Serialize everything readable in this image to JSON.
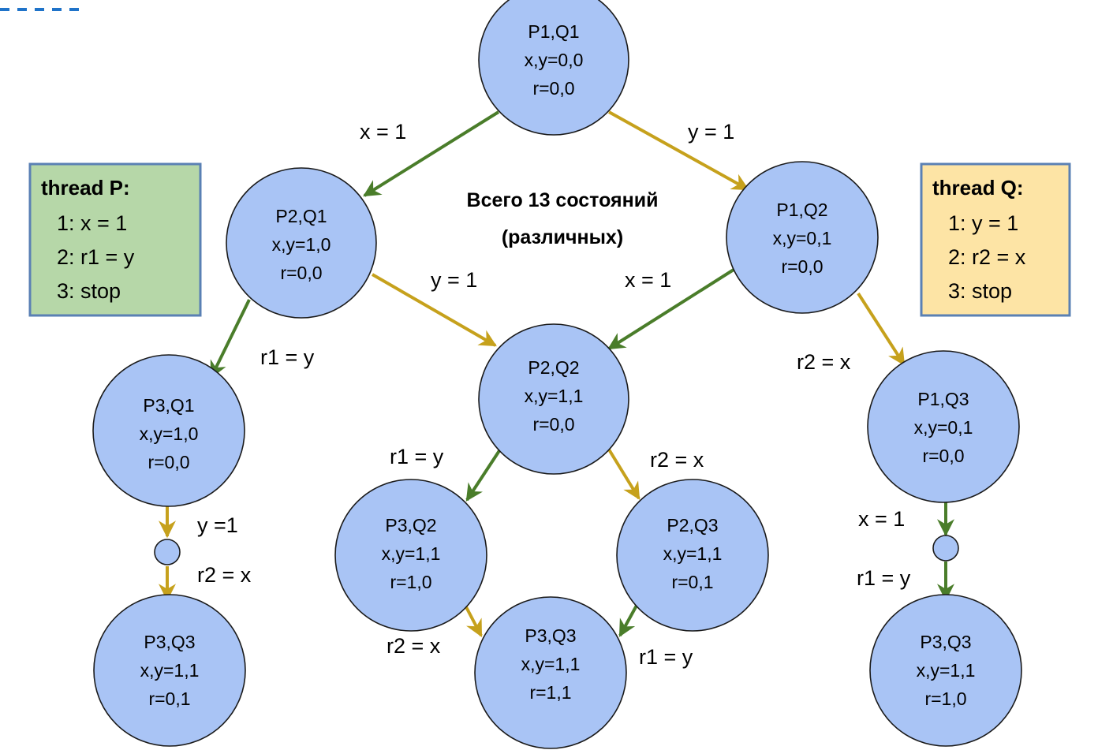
{
  "colors": {
    "node_fill": "#a9c4f5",
    "thread_p": "#4a7d2a",
    "thread_q": "#c6a11c",
    "box_p_fill": "#b6d7a8",
    "box_q_fill": "#fde4a5",
    "box_border": "#5a80b4",
    "corner_mark": "#1f73c9"
  },
  "title": {
    "line1": "Всего 13 состояний",
    "line2": "(различных)"
  },
  "thread_p": {
    "title": "thread P:",
    "lines": [
      "1: x = 1",
      "2: r1 = y",
      "3: stop"
    ]
  },
  "thread_q": {
    "title": "thread Q:",
    "lines": [
      "1: y = 1",
      "2: r2 = x",
      "3: stop"
    ]
  },
  "nodes": [
    {
      "id": "p1q1",
      "lines": [
        "P1,Q1",
        "x,y=0,0",
        "r=0,0"
      ]
    },
    {
      "id": "p2q1",
      "lines": [
        "P2,Q1",
        "x,y=1,0",
        "r=0,0"
      ]
    },
    {
      "id": "p1q2",
      "lines": [
        "P1,Q2",
        "x,y=0,1",
        "r=0,0"
      ]
    },
    {
      "id": "p2q2",
      "lines": [
        "P2,Q2",
        "x,y=1,1",
        "r=0,0"
      ]
    },
    {
      "id": "p3q1",
      "lines": [
        "P3,Q1",
        "x,y=1,0",
        "r=0,0"
      ]
    },
    {
      "id": "p1q3",
      "lines": [
        "P1,Q3",
        "x,y=0,1",
        "r=0,0"
      ]
    },
    {
      "id": "p3q2",
      "lines": [
        "P3,Q2",
        "x,y=1,1",
        "r=1,0"
      ]
    },
    {
      "id": "p2q3",
      "lines": [
        "P2,Q3",
        "x,y=1,1",
        "r=0,1"
      ]
    },
    {
      "id": "p3q3_left",
      "lines": [
        "P3,Q3",
        "x,y=1,1",
        "r=0,1"
      ]
    },
    {
      "id": "p3q3_mid",
      "lines": [
        "P3,Q3",
        "x,y=1,1",
        "r=1,1"
      ]
    },
    {
      "id": "p3q3_right",
      "lines": [
        "P3,Q3",
        "x,y=1,1",
        "r=1,0"
      ]
    }
  ],
  "edge_labels": {
    "p1q1_to_p2q1": "x = 1",
    "p1q1_to_p1q2": "y = 1",
    "p2q1_to_p2q2": "y = 1",
    "p1q2_to_p2q2": "x = 1",
    "p2q1_to_p3q1": "r1 = y",
    "p1q2_to_p1q3": "r2 = x",
    "p2q2_to_p3q2": "r1 = y",
    "p2q2_to_p2q3": "r2 = x",
    "p3q1_to_dot": "y =1",
    "dot_to_p3q3_left": "r2 = x",
    "p1q3_to_dot": "x = 1",
    "dot_to_p3q3_right": "r1 = y",
    "p3q2_to_p3q3": "r2 = x",
    "p2q3_to_p3q3": "r1 = y"
  }
}
